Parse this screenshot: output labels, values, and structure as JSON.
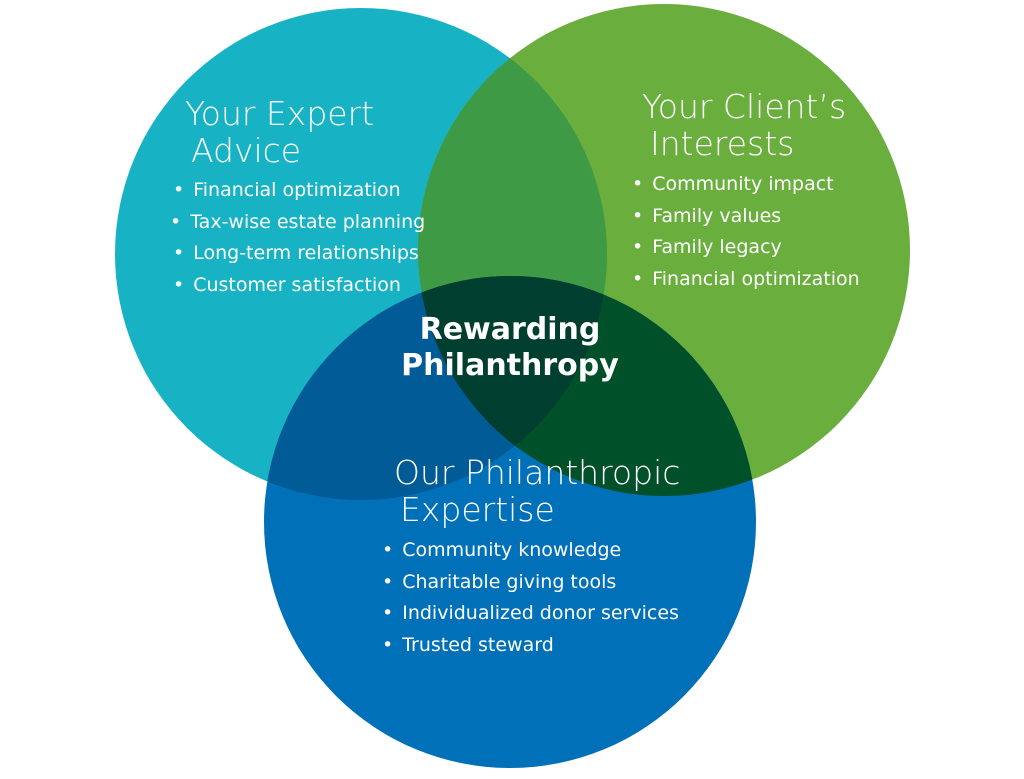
{
  "colors": {
    "teal": "#17b3c4",
    "green": "#6aae3e",
    "blue": "#0070b8",
    "teal_green": "#3e9a44",
    "teal_blue": "#005b96",
    "green_blue": "#00502a",
    "all": "#003f2f"
  },
  "center_label": {
    "line1": "Rewarding",
    "line2": "Philanthropy"
  },
  "circles": [
    {
      "title_line1": "Your Expert",
      "title_line2": "Advice",
      "items": [
        "Financial optimization",
        "Tax-wise estate planning",
        "Long-term relationships",
        "Customer satisfaction"
      ]
    },
    {
      "title_line1": "Your Client’s",
      "title_line2": "Interests",
      "items": [
        "Community impact",
        "Family values",
        "Family legacy",
        "Financial optimization"
      ]
    },
    {
      "title_line1": "Our Philanthropic",
      "title_line2": "Expertise",
      "items": [
        "Community knowledge",
        "Charitable giving tools",
        "Individualized donor services",
        "Trusted steward"
      ]
    }
  ]
}
